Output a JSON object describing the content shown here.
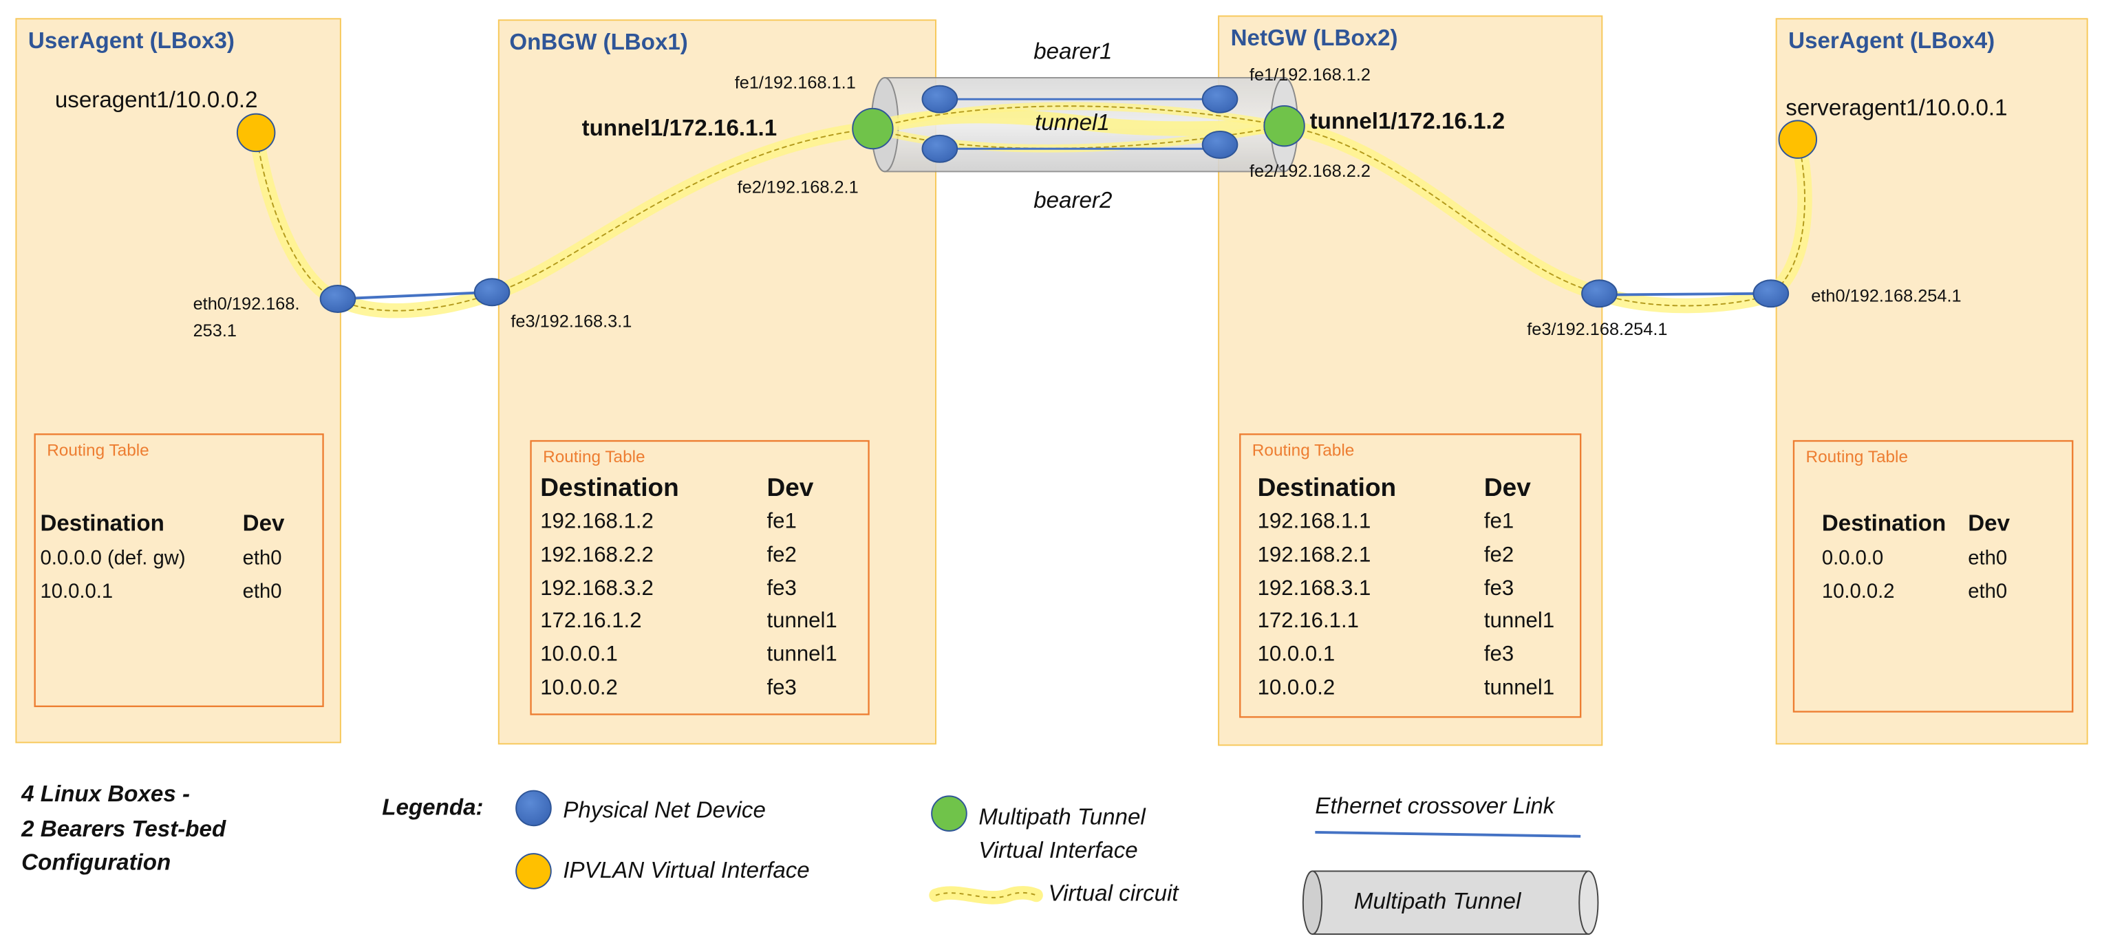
{
  "boxes": {
    "lbox3": {
      "title": "UserAgent (LBox3)",
      "agent_label": "useragent1/10.0.0.2",
      "eth_label_line1": "eth0/192.168.",
      "eth_label_line2": "253.1"
    },
    "lbox1": {
      "title": "OnBGW (LBox1)",
      "fe1_label": "fe1/192.168.1.1",
      "fe2_label": "fe2/192.168.2.1",
      "fe3_label": "fe3/192.168.3.1",
      "tunnel_label": "tunnel1/172.16.1.1"
    },
    "lbox2": {
      "title": "NetGW (LBox2)",
      "fe1_label": "fe1/192.168.1.2",
      "fe2_label": "fe2/192.168.2.2",
      "fe3_label": "fe3/192.168.254.1",
      "tunnel_label": "tunnel1/172.16.1.2"
    },
    "lbox4": {
      "title": "UserAgent (LBox4)",
      "agent_label": "serveragent1/10.0.0.1",
      "eth_label": "eth0/192.168.254.1"
    }
  },
  "tunnel": {
    "bearer1": "bearer1",
    "tunnel1": "tunnel1",
    "bearer2": "bearer2"
  },
  "routing_tables": {
    "title": "Routing Table",
    "header": {
      "destination": "Destination",
      "dev": "Dev"
    },
    "lbox3": [
      {
        "destination": "0.0.0.0 (def. gw)",
        "dev": "eth0"
      },
      {
        "destination": "10.0.0.1",
        "dev": "eth0"
      }
    ],
    "lbox1": [
      {
        "destination": "192.168.1.2",
        "dev": "fe1"
      },
      {
        "destination": "192.168.2.2",
        "dev": "fe2"
      },
      {
        "destination": "192.168.3.2",
        "dev": "fe3"
      },
      {
        "destination": "172.16.1.2",
        "dev": "tunnel1"
      },
      {
        "destination": "10.0.0.1",
        "dev": "tunnel1"
      },
      {
        "destination": "10.0.0.2",
        "dev": "fe3"
      }
    ],
    "lbox2": [
      {
        "destination": "192.168.1.1",
        "dev": "fe1"
      },
      {
        "destination": "192.168.2.1",
        "dev": "fe2"
      },
      {
        "destination": "192.168.3.1",
        "dev": "fe3"
      },
      {
        "destination": "172.16.1.1",
        "dev": "tunnel1"
      },
      {
        "destination": "10.0.0.1",
        "dev": "fe3"
      },
      {
        "destination": "10.0.0.2",
        "dev": "tunnel1"
      }
    ],
    "lbox4": [
      {
        "destination": "0.0.0.0",
        "dev": "eth0"
      },
      {
        "destination": "10.0.0.2",
        "dev": "eth0"
      }
    ]
  },
  "caption": {
    "line1": "4 Linux Boxes -",
    "line2": "2 Bearers Test-bed",
    "line3": "Configuration"
  },
  "legend": {
    "title": "Legenda:",
    "physical": "Physical Net Device",
    "ipvlan": "IPVLAN Virtual Interface",
    "multipath_line1": "Multipath Tunnel",
    "multipath_line2": "Virtual Interface",
    "virtual_circuit": "Virtual circuit",
    "ethernet_link": "Ethernet crossover Link",
    "multipath_tunnel": "Multipath Tunnel"
  },
  "colors": {
    "box_fill": "#fdebc8",
    "box_border": "#f7c85a",
    "title_blue": "#2f5597",
    "routing_orange": "#ed7d31",
    "physical_blue": "#4472c4",
    "ipvlan_orange": "#ffc000",
    "tunnel_green": "#70c34a",
    "circuit_glow": "#fff27a"
  }
}
